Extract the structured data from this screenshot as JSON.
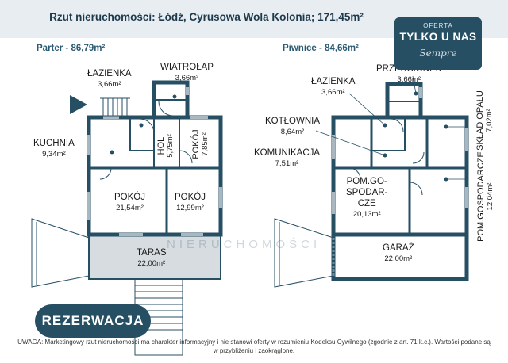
{
  "title": "Rzut nieruchomości: Łódź, Cyrusowa Wola Kolonia; 171,45m²",
  "badge": {
    "top": "OFERTA",
    "main": "TYLKO U NAS",
    "script": "Sempre"
  },
  "floors": [
    {
      "heading": "Parter - 86,79m²",
      "rooms": [
        {
          "name": "ŁAZIENKA",
          "area": "3,66m²"
        },
        {
          "name": "WIATROŁAP",
          "area": "3,66m²"
        },
        {
          "name": "KUCHNIA",
          "area": "9,34m²"
        },
        {
          "name": "HOL",
          "area": "5,75m²"
        },
        {
          "name": "POKÓJ",
          "area": "7,85m²"
        },
        {
          "name": "POKÓJ",
          "area": "21,54m²"
        },
        {
          "name": "POKÓJ",
          "area": "12,99m²"
        },
        {
          "name": "TARAS",
          "area": "22,00m²"
        }
      ]
    },
    {
      "heading": "Piwnice - 84,66m²",
      "rooms": [
        {
          "name": "ŁAZIENKA",
          "area": "3,66m²"
        },
        {
          "name": "PRZEDSIONEK",
          "area": "3,66m²"
        },
        {
          "name": "KOTŁOWNIA",
          "area": "8,64m²"
        },
        {
          "name": "KOMUNIKACJA",
          "area": "7,51m²"
        },
        {
          "name": "SKŁAD OPAŁU",
          "area": "7,02m²"
        },
        {
          "name": "POM.GO-\nSPODAR-\nCZE",
          "area": "20,13m²"
        },
        {
          "name": "POM.GOSPODARCZE",
          "area": "12,04m²"
        },
        {
          "name": "GARAŻ",
          "area": "22,00m²"
        }
      ]
    }
  ],
  "watermark": "NIERUCHOMOŚCI",
  "reservation": "REZERWACJA",
  "note": "UWAGA: Marketingowy rzut nieruchomości ma charakter informacyjny i nie stanowi oferty w rozumieniu Kodeksu Cywilnego (zgodnie z art. 71 k.c.). Wartości podane są w przybliżeniu i zaokrąglone.",
  "colors": {
    "wall": "#274f64",
    "accent": "#274f64",
    "terrace": "#d6dcdf",
    "window": "#a9b8c0"
  }
}
